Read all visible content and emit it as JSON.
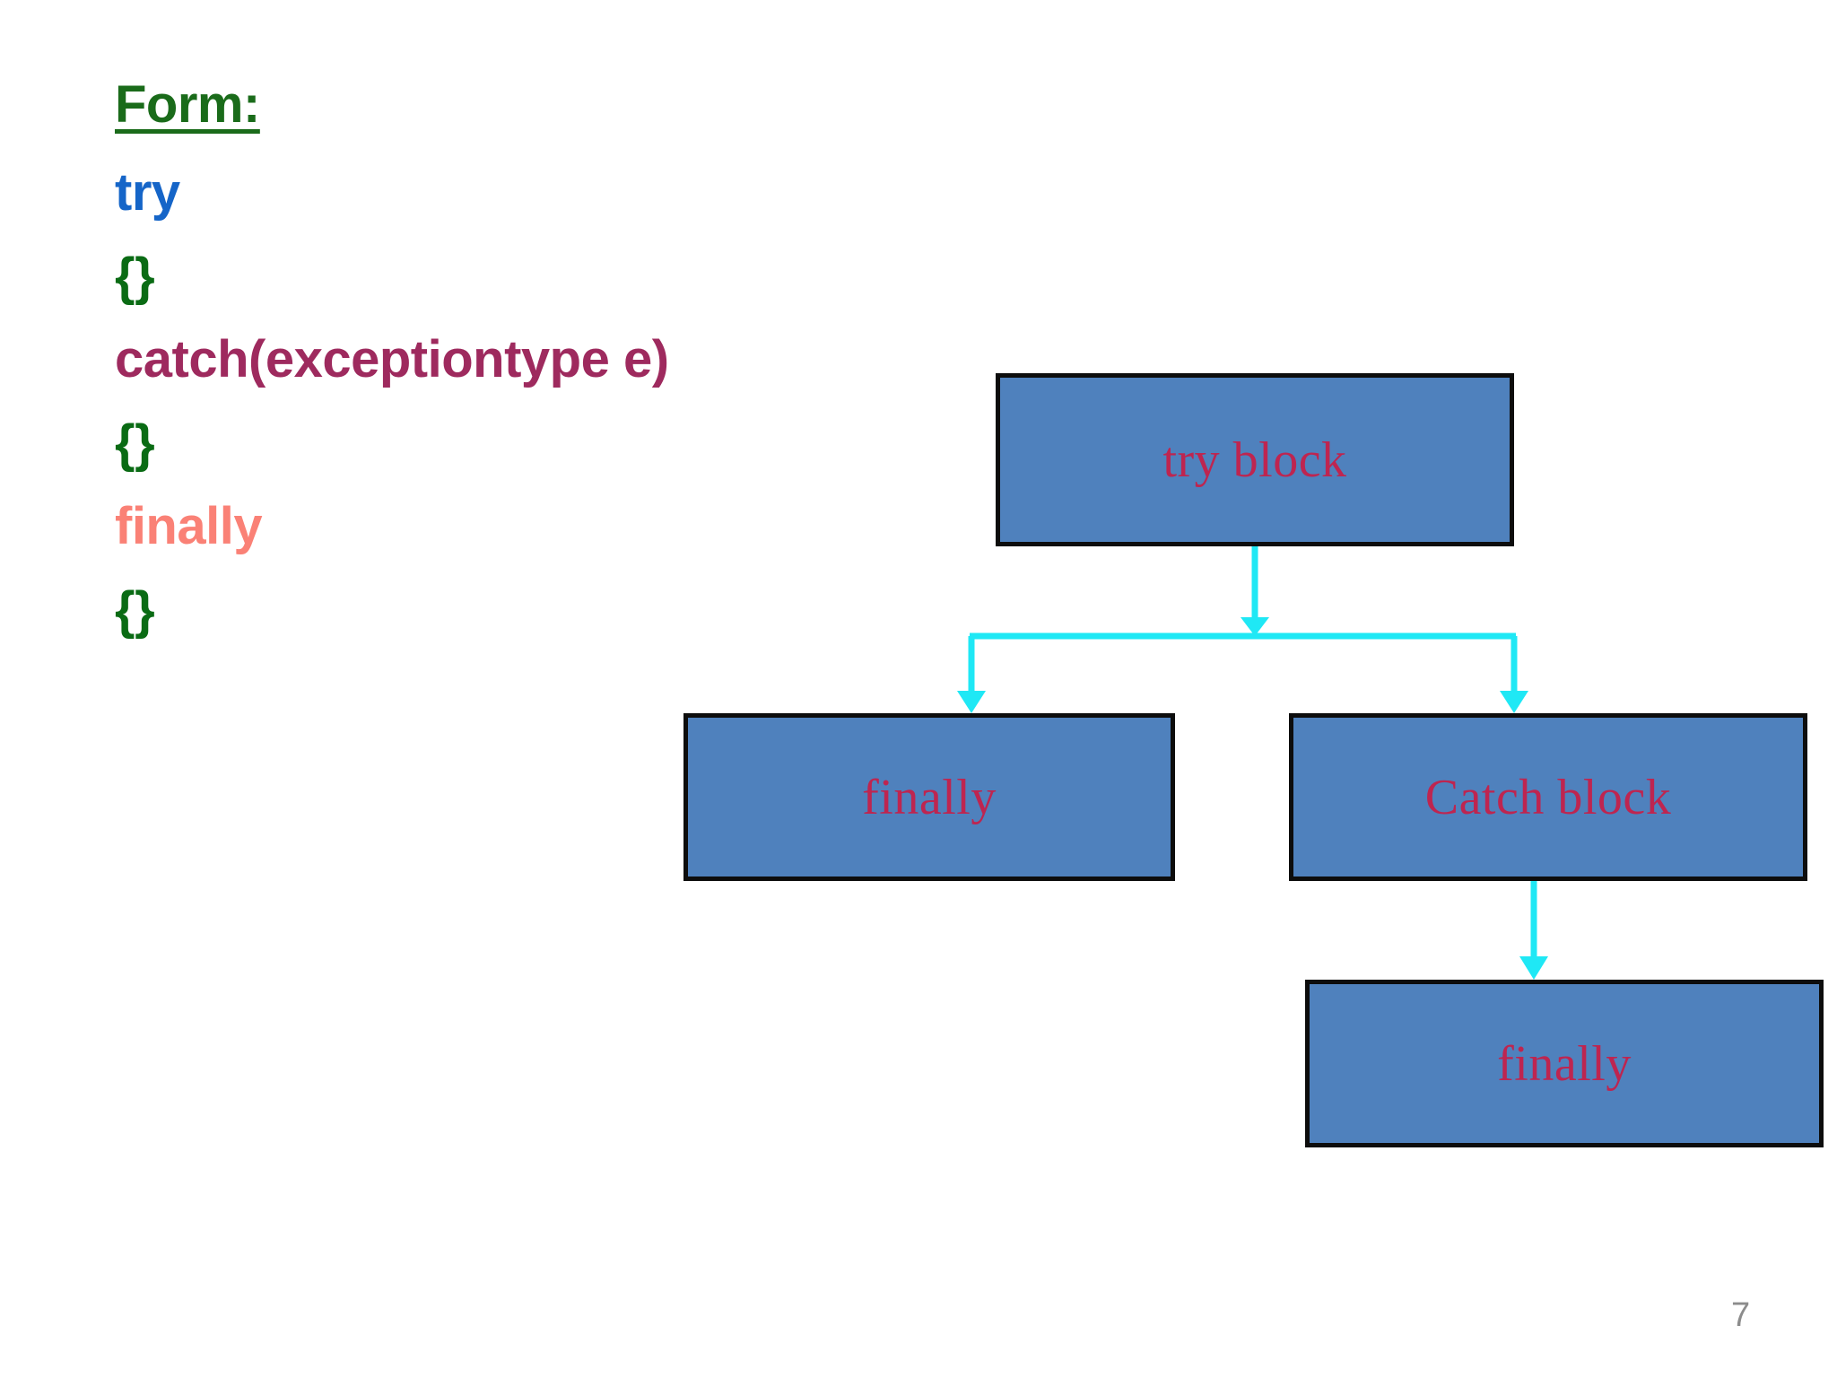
{
  "slide": {
    "page_number": "7"
  },
  "code_block": {
    "heading": "Form:",
    "lines": [
      {
        "text": "try",
        "color": "#1565c8"
      },
      {
        "text": "{}",
        "color": "#0a6b14"
      },
      {
        "text": "catch(exceptiontype e)",
        "color": "#9e2a5e"
      },
      {
        "text": "{}",
        "color": "#0a6b14"
      },
      {
        "text": "finally",
        "color": "#fa8176"
      },
      {
        "text": "{}",
        "color": "#0a6b14"
      }
    ]
  },
  "diagram": {
    "node_fill": "#4f81bd",
    "node_border": "#0d0d0d",
    "node_text_color": "#be2550",
    "connector_color": "#1fe8f5",
    "nodes": [
      {
        "id": "try-block",
        "label": "try block"
      },
      {
        "id": "finally-1",
        "label": "finally"
      },
      {
        "id": "catch-block",
        "label": "Catch block"
      },
      {
        "id": "finally-2",
        "label": "finally"
      }
    ],
    "edges": [
      {
        "from": "try-block",
        "to": "split-bar"
      },
      {
        "from": "split-bar",
        "to": "finally-1"
      },
      {
        "from": "split-bar",
        "to": "catch-block"
      },
      {
        "from": "catch-block",
        "to": "finally-2"
      }
    ]
  }
}
